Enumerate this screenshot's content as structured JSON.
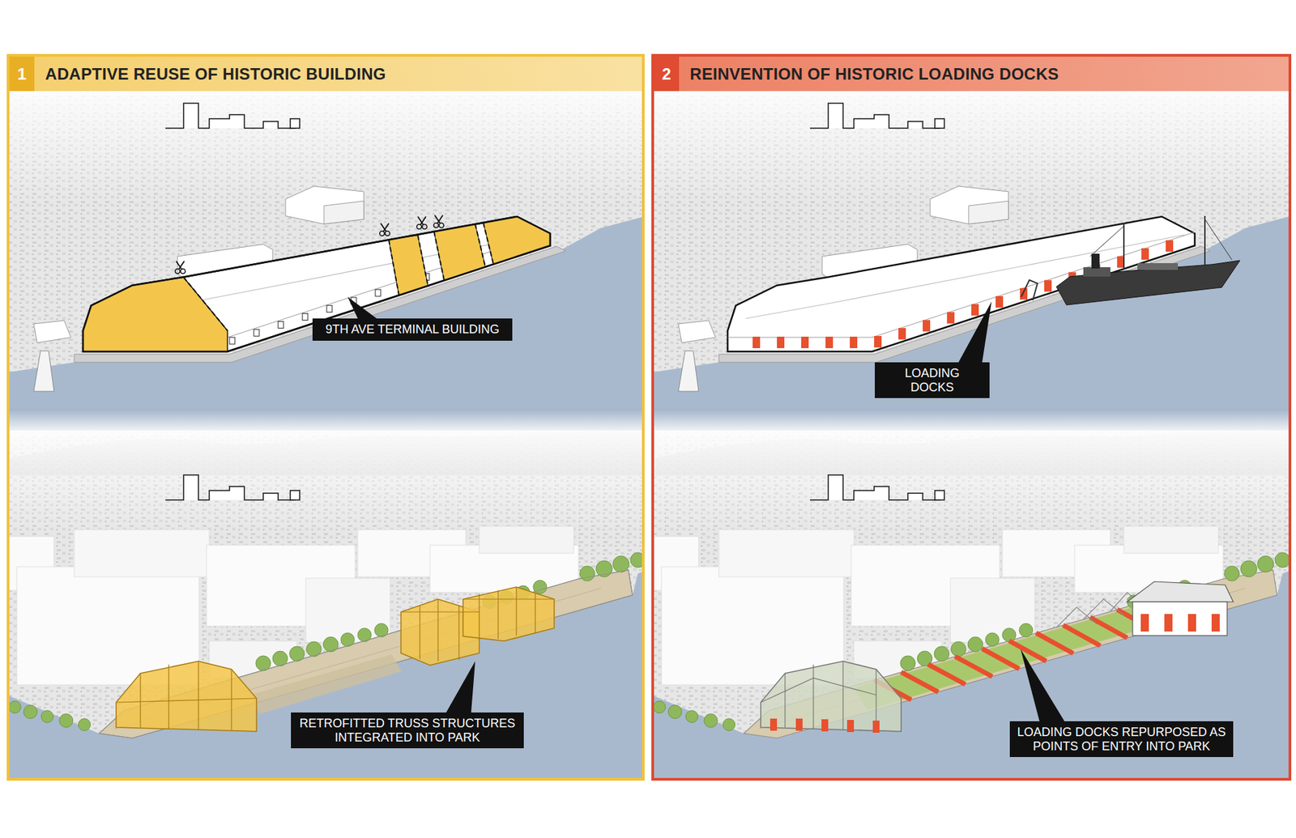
{
  "diagram": {
    "nodes": [
      {
        "text": [
          "1",
          "ADAPTIVE REUSE OF HISTORIC BUILDING"
        ]
      },
      {
        "text": [
          "9TH AVE TERMINAL BUILDING"
        ],
        "in": 0
      },
      {
        "text": [
          "RETROFITTED TRUSS STRUCTURES INTEGRATED INTO PARK"
        ],
        "in": 0
      },
      {
        "text": [
          "2",
          "REINVENTION OF HISTORIC LOADING DOCKS"
        ]
      },
      {
        "text": [
          "LOADING DOCKS"
        ],
        "in": 3
      },
      {
        "text": [
          "LOADING DOCKS REPURPOSED AS POINTS OF ENTRY INTO PARK"
        ],
        "in": 3
      }
    ]
  }
}
